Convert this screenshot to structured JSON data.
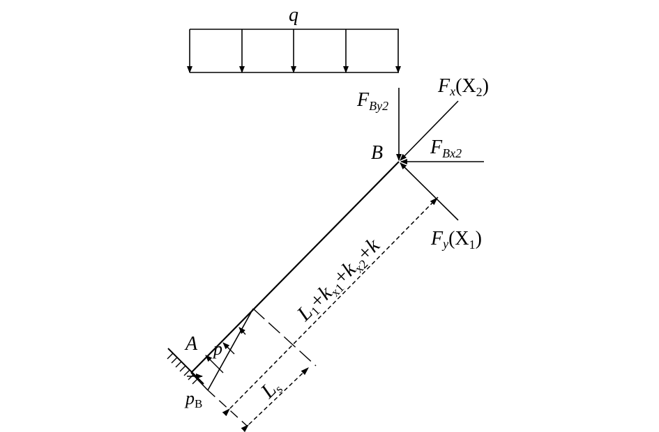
{
  "labels": {
    "q": "q",
    "fby2_main": "F",
    "fby2_sub": "By2",
    "fx_main": "F",
    "fx_sub": "x",
    "fx_paren": "(X",
    "fx_paren_sub": "2",
    "fx_close": ")",
    "b": "B",
    "fbx2_main": "F",
    "fbx2_sub": "Bx2",
    "fy_main": "F",
    "fy_sub": "y",
    "fy_paren": "(X",
    "fy_paren_sub": "1",
    "fy_close": ")",
    "a": "A",
    "p": "p",
    "pb_main": "p",
    "pb_sub": "B",
    "ls_main": "L",
    "ls_sub": "s",
    "len_l": "L",
    "len_l_sub": "1",
    "len_plus1": "+",
    "len_k1": "k",
    "len_k1_sub": "x1",
    "len_plus2": "+",
    "len_k2": "k",
    "len_k2_sub": "x2",
    "len_plus3": "+",
    "len_k": "k"
  },
  "colors": {
    "stroke": "#000000",
    "background": "#ffffff"
  }
}
